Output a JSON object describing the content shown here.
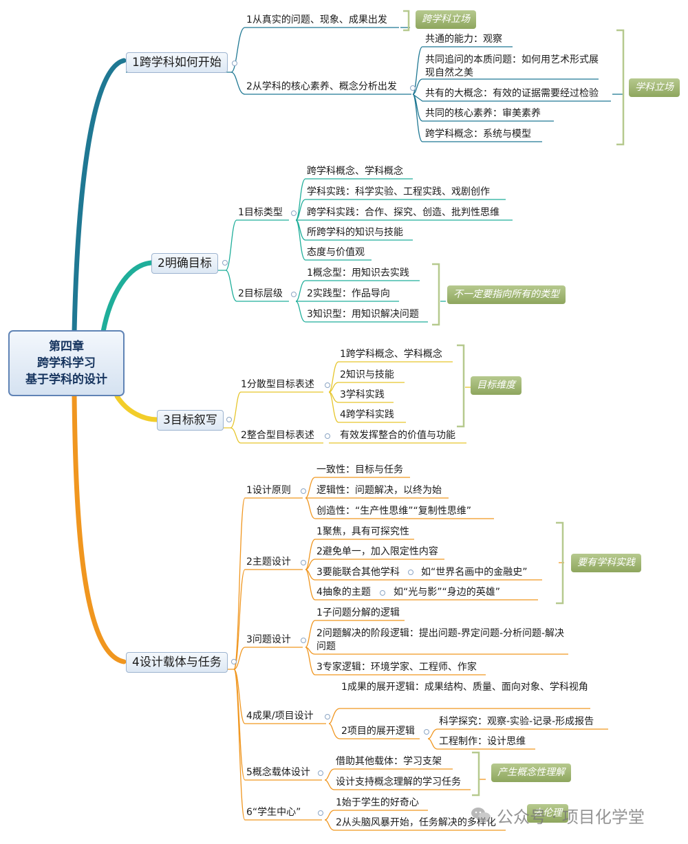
{
  "root": {
    "line1": "第四章",
    "line2": "跨学科学习",
    "line3": "基于学科的设计"
  },
  "branches": {
    "b1": {
      "label": "1跨学科如何开始",
      "c1": "1从真实的问题、现象、成果出发",
      "c2": "2从学科的核心素养、概念分析出发",
      "c2_items": [
        "共通的能力：观察",
        "共同追问的本质问题：如何用艺术形式展现自然之美",
        "共有的大概念：有效的证据需要经过检验",
        "共同的核心素养：审美素养",
        "跨学科概念：系统与模型"
      ],
      "tag1": "跨学科立场",
      "tag2": "学科立场"
    },
    "b2": {
      "label": "2明确目标",
      "c1": "1目标类型",
      "c1_items": [
        "跨学科概念、学科概念",
        "学科实践：科学实验、工程实践、戏剧创作",
        "跨学科实践：合作、探究、创造、批判性思维",
        "所跨学科的知识与技能",
        "态度与价值观"
      ],
      "c2": "2目标层级",
      "c2_items": [
        "1概念型：用知识去实践",
        "2实践型：作品导向",
        "3知识型：用知识解决问题"
      ],
      "tag": "不一定要指向所有的类型"
    },
    "b3": {
      "label": "3目标叙写",
      "c1": "1分散型目标表述",
      "c1_items": [
        "1跨学科概念、学科概念",
        "2知识与技能",
        "3学科实践",
        "4跨学科实践"
      ],
      "c2": "2整合型目标表述",
      "c2_item": "有效发挥整合的价值与功能",
      "tag": "目标维度"
    },
    "b4": {
      "label": "4设计载体与任务",
      "s1": {
        "label": "1设计原则",
        "items": [
          "一致性：目标与任务",
          "逻辑性：问题解决，以终为始",
          "创造性：“生产性思维”“复制性思维”"
        ]
      },
      "s2": {
        "label": "2主题设计",
        "items": [
          "1聚焦，具有可探究性",
          "2避免单一，加入限定性内容",
          "3要能联合其他学科",
          "4抽象的主题"
        ],
        "sub3": "如“世界名画中的金融史”",
        "sub4": "如“光与影”“身边的英雄”",
        "tag": "要有学科实践"
      },
      "s3": {
        "label": "3问题设计",
        "items": [
          "1子问题分解的逻辑",
          "2问题解决的阶段逻辑：提出问题-界定问题-分析问题-解决问题",
          "3专家逻辑：环境学家、工程师、作家"
        ]
      },
      "s4": {
        "label": "4成果/项目设计",
        "items": [
          "1成果的展开逻辑：成果结构、质量、面向对象、学科视角",
          "2项目的展开逻辑"
        ],
        "sub2": [
          "科学探究：观察-实验-记录-形成报告",
          "工程制作：设计思维"
        ]
      },
      "s5": {
        "label": "5概念载体设计",
        "items": [
          "借助其他载体：学习支架",
          "设计支持概念理解的学习任务"
        ],
        "tag": "产生概念性理解"
      },
      "s6": {
        "label": "6“学生中心”",
        "items": [
          "1始于学生的好奇心",
          "2从头脑风暴开始，任务解决的多样化"
        ],
        "tag": "去伦理"
      }
    }
  },
  "watermark": "公众号 · 项目化学堂",
  "colors": {
    "b1": "#1f7893",
    "b2": "#1fae9a",
    "b3": "#f2cd2a",
    "b4": "#f0961f",
    "tag": "#93ab64",
    "bracket": "#b6c98e"
  }
}
